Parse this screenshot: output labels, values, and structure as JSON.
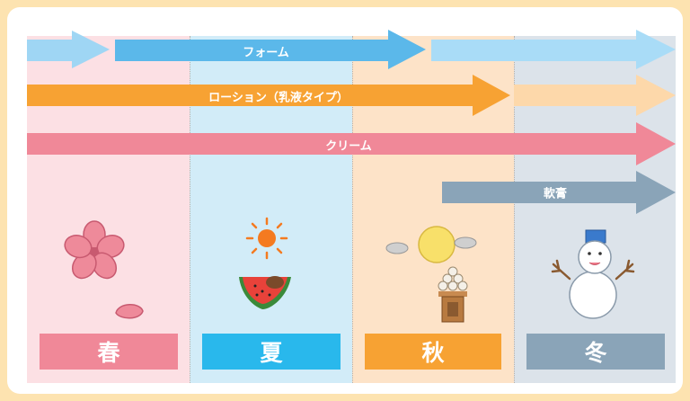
{
  "diagram": {
    "products": [
      {
        "id": "foam",
        "label": "フォーム",
        "color": "#5bb8ea",
        "light": "#a9dcf7"
      },
      {
        "id": "lotion",
        "label": "ローション（乳液タイプ）",
        "color": "#f7a233",
        "light": "#fdd8aa"
      },
      {
        "id": "cream",
        "label": "クリーム",
        "color": "#f08898"
      },
      {
        "id": "ointment",
        "label": "軟膏",
        "color": "#8aa4b8"
      }
    ],
    "seasons": [
      {
        "id": "spring",
        "label": "春",
        "bg": "#fce0e4",
        "color": "#f08898"
      },
      {
        "id": "summer",
        "label": "夏",
        "bg": "#d2ecf8",
        "color": "#29b8ec"
      },
      {
        "id": "autumn",
        "label": "秋",
        "bg": "#fde3c8",
        "color": "#f7a233"
      },
      {
        "id": "winter",
        "label": "冬",
        "bg": "#dce3ea",
        "color": "#8aa4b8"
      }
    ],
    "icons": [
      "sakura-icon",
      "petal-icon",
      "sun-icon",
      "watermelon-icon",
      "moon-icon",
      "dango-icon",
      "snowman-icon"
    ]
  }
}
